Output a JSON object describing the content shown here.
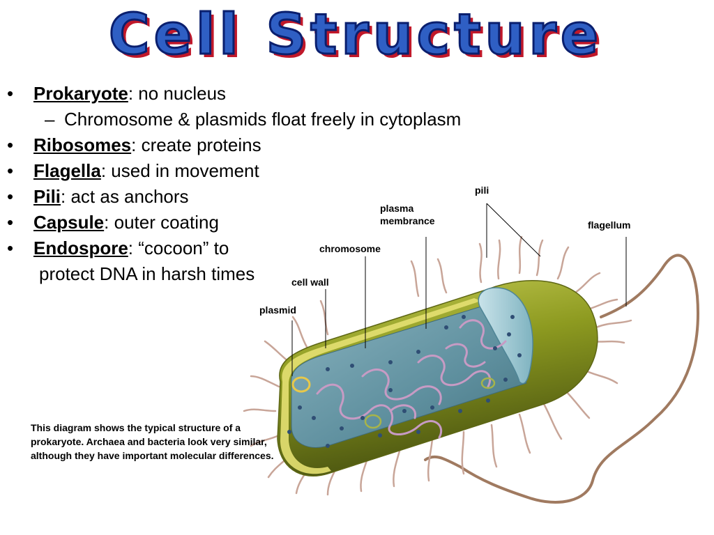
{
  "slide": {
    "title": "Cell Structure",
    "bullets": [
      {
        "term": "Prokaryote",
        "text": ": no nucleus"
      },
      {
        "sub": "Chromosome & plasmids float freely in cytoplasm"
      },
      {
        "term": "Ribosomes",
        "text": ": create proteins"
      },
      {
        "term": "Flagella",
        "text": ": used in movement"
      },
      {
        "term": "Pili",
        "text": ": act as anchors"
      },
      {
        "term": "Capsule",
        "text": ": outer coating"
      },
      {
        "term": "Endospore",
        "text": ": “cocoon” to",
        "cont": "protect DNA in harsh times"
      }
    ],
    "labels": {
      "pili": "pili",
      "plasma_line1": "plasma",
      "plasma_line2": "membrance",
      "flagellum": "flagellum",
      "chromosome": "chromosome",
      "cell_wall": "cell wall",
      "plasmid": "plasmid"
    },
    "caption": "This diagram shows the typical structure of a prokaryote. Archaea and bacteria look very similar, although they have important molecular differences.",
    "colors": {
      "title_fill": "#2f5fc4",
      "title_outline": "#0a1f6e",
      "title_shadow": "#c0182a",
      "capsule": "#8d9a20",
      "cytoplasm": "#5e8f9e",
      "pili": "#c8a598",
      "flagellum": "#a07a60",
      "dna": "#c79bc4"
    }
  }
}
